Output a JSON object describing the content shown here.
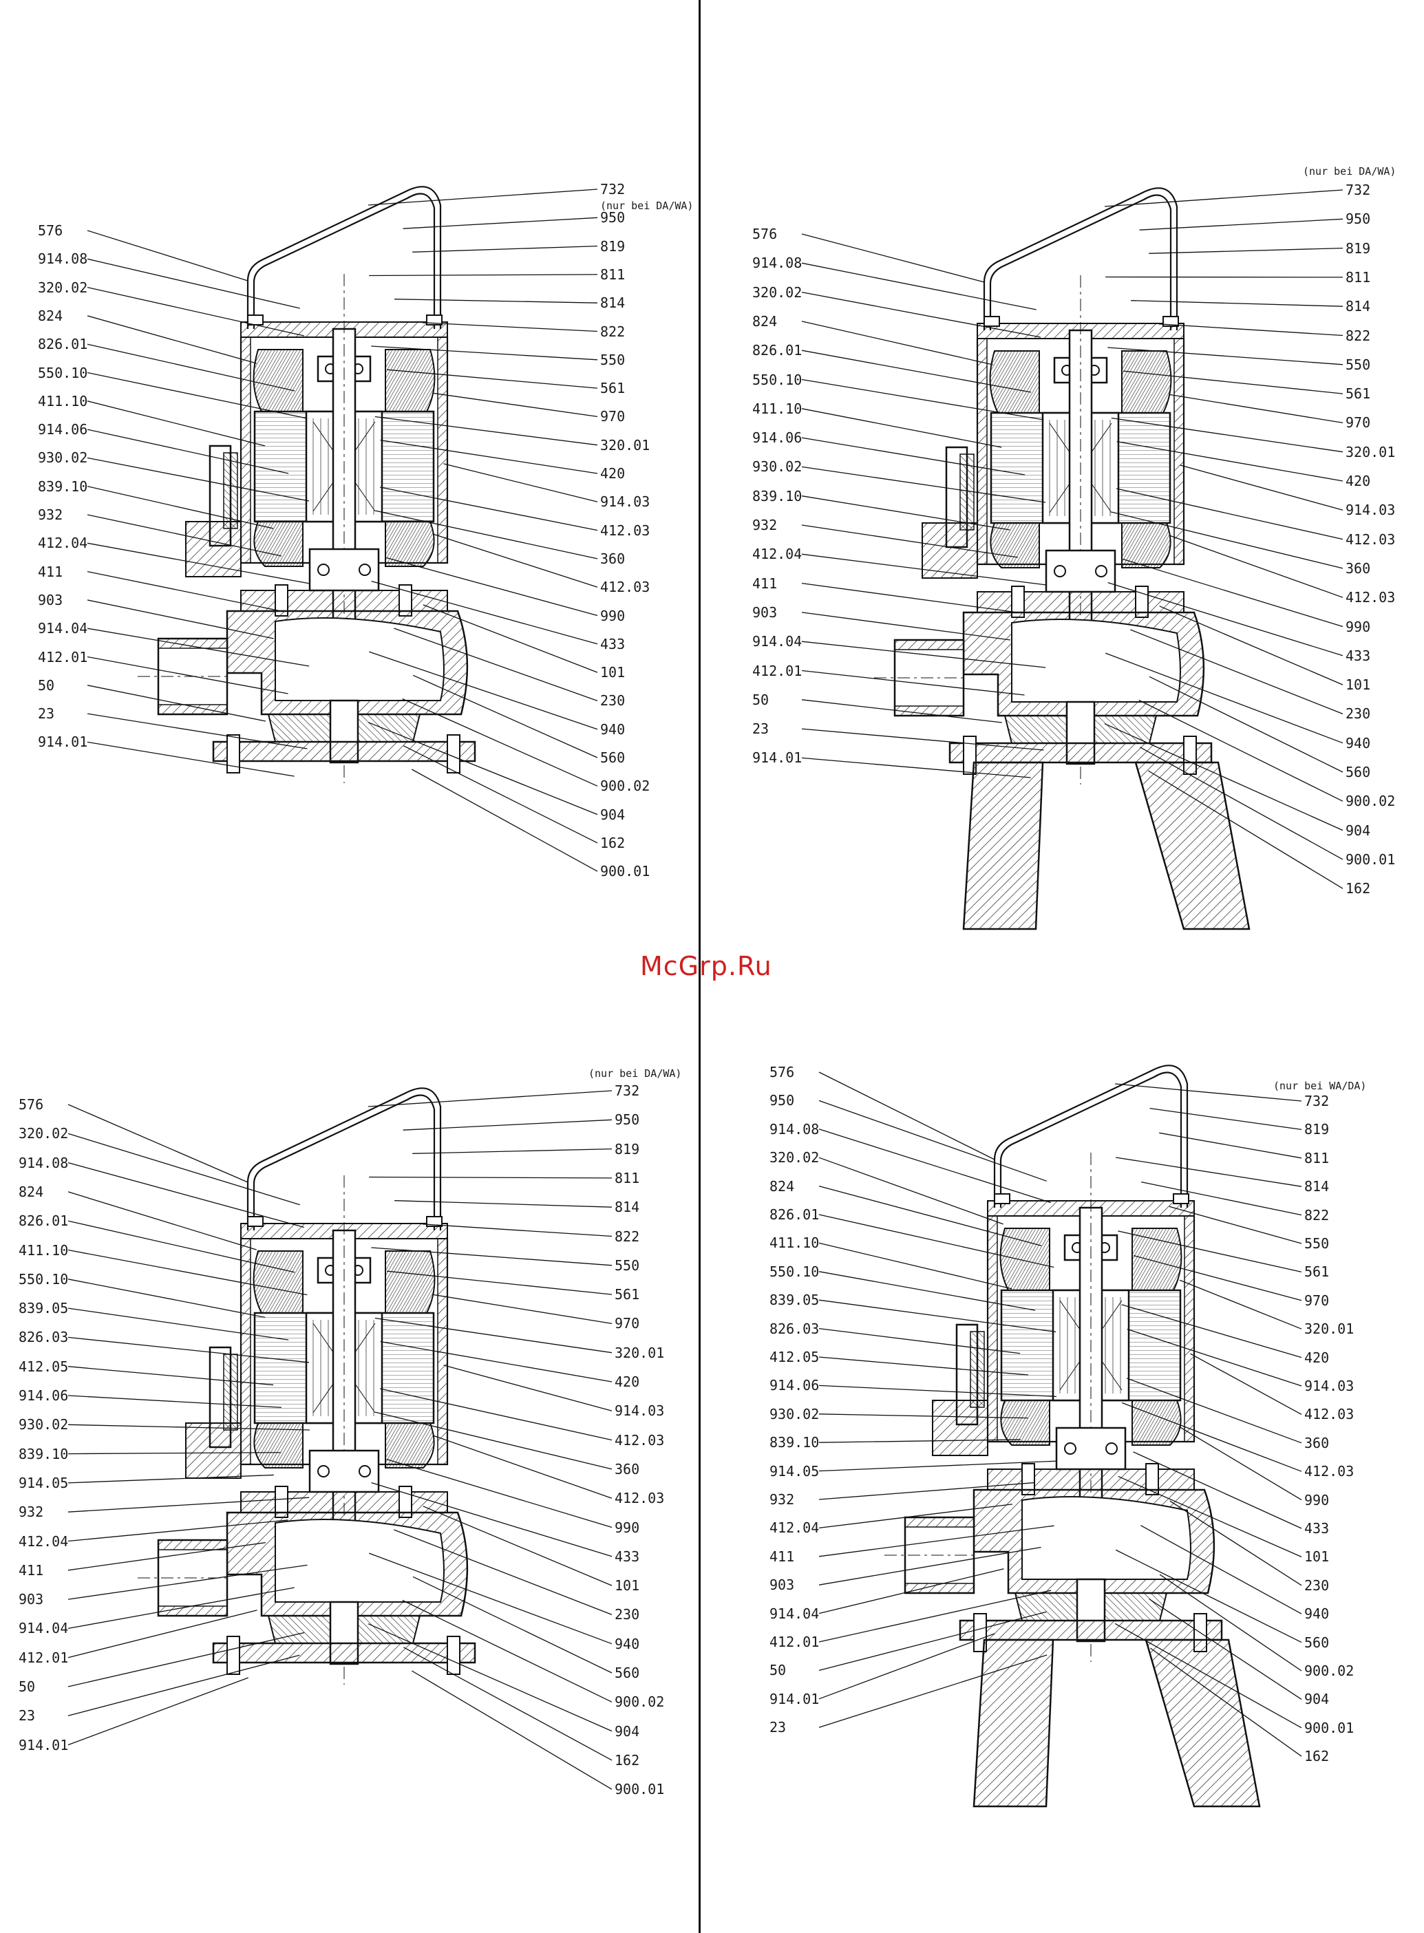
{
  "watermark": "McGrp.Ru",
  "drawings": [
    {
      "note": "(nur bei DA/WA)",
      "left_labels": [
        "576",
        "914.08",
        "320.02",
        "824",
        "826.01",
        "550.10",
        "411.10",
        "914.06",
        "930.02",
        "839.10",
        "932",
        "412.04",
        "411",
        "903",
        "914.04",
        "412.01",
        "50",
        "23",
        "914.01"
      ],
      "right_labels": [
        "732",
        "950",
        "819",
        "811",
        "814",
        "822",
        "550",
        "561",
        "970",
        "320.01",
        "420",
        "914.03",
        "412.03",
        "360",
        "412.03",
        "990",
        "433",
        "101",
        "230",
        "940",
        "560",
        "900.02",
        "904",
        "162",
        "900.01"
      ]
    },
    {
      "note": "(nur bei DA/WA)",
      "left_labels": [
        "576",
        "914.08",
        "320.02",
        "824",
        "826.01",
        "550.10",
        "411.10",
        "914.06",
        "930.02",
        "839.10",
        "932",
        "412.04",
        "411",
        "903",
        "914.04",
        "412.01",
        "50",
        "23",
        "914.01"
      ],
      "right_labels": [
        "732",
        "950",
        "819",
        "811",
        "814",
        "822",
        "550",
        "561",
        "970",
        "320.01",
        "420",
        "914.03",
        "412.03",
        "360",
        "412.03",
        "990",
        "433",
        "101",
        "230",
        "940",
        "560",
        "900.02",
        "904",
        "900.01",
        "162"
      ]
    },
    {
      "note": "(nur bei DA/WA)",
      "left_labels": [
        "576",
        "320.02",
        "914.08",
        "824",
        "826.01",
        "411.10",
        "550.10",
        "839.05",
        "826.03",
        "412.05",
        "914.06",
        "930.02",
        "839.10",
        "914.05",
        "932",
        "412.04",
        "411",
        "903",
        "914.04",
        "412.01",
        "50",
        "23",
        "914.01"
      ],
      "right_labels": [
        "732",
        "950",
        "819",
        "811",
        "814",
        "822",
        "550",
        "561",
        "970",
        "320.01",
        "420",
        "914.03",
        "412.03",
        "360",
        "412.03",
        "990",
        "433",
        "101",
        "230",
        "940",
        "560",
        "900.02",
        "904",
        "162",
        "900.01"
      ]
    },
    {
      "note": "(nur bei WA/DA)",
      "left_labels": [
        "576",
        "950",
        "914.08",
        "320.02",
        "824",
        "826.01",
        "411.10",
        "550.10",
        "839.05",
        "826.03",
        "412.05",
        "914.06",
        "930.02",
        "839.10",
        "914.05",
        "932",
        "412.04",
        "411",
        "903",
        "914.04",
        "412.01",
        "50",
        "914.01",
        "23"
      ],
      "right_labels": [
        "732",
        "819",
        "811",
        "814",
        "822",
        "550",
        "561",
        "970",
        "320.01",
        "420",
        "914.03",
        "412.03",
        "360",
        "412.03",
        "990",
        "433",
        "101",
        "230",
        "940",
        "560",
        "900.02",
        "904",
        "900.01",
        "162"
      ]
    }
  ]
}
